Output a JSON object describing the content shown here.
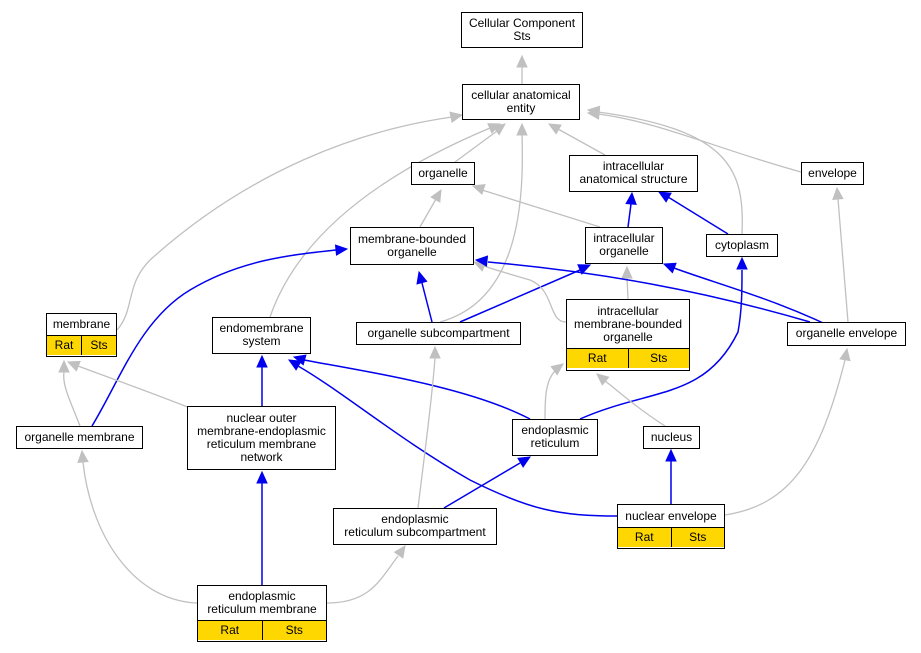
{
  "nodes": {
    "cc": {
      "label": "Cellular Component\nSts"
    },
    "cae": {
      "label": "cellular anatomical\nentity"
    },
    "organelle": {
      "label": "organelle"
    },
    "ias": {
      "label": "intracellular\nanatomical structure"
    },
    "envelope": {
      "label": "envelope"
    },
    "mbo": {
      "label": "membrane-bounded\norganelle"
    },
    "io": {
      "label": "intracellular\norganelle"
    },
    "cytoplasm": {
      "label": "cytoplasm"
    },
    "membrane": {
      "label": "membrane",
      "tags": [
        "Rat",
        "Sts"
      ]
    },
    "endomembrane": {
      "label": "endomembrane\nsystem"
    },
    "osub": {
      "label": "organelle subcompartment"
    },
    "imbo": {
      "label": "intracellular\nmembrane-bounded\norganelle",
      "tags": [
        "Rat",
        "Sts"
      ]
    },
    "oenv": {
      "label": "organelle envelope"
    },
    "omem": {
      "label": "organelle membrane"
    },
    "nomern": {
      "label": "nuclear outer\nmembrane-endoplasmic\nreticulum membrane\nnetwork"
    },
    "er": {
      "label": "endoplasmic\nreticulum"
    },
    "nucleus": {
      "label": "nucleus"
    },
    "ersub": {
      "label": "endoplasmic\nreticulum subcompartment"
    },
    "nenv": {
      "label": "nuclear envelope",
      "tags": [
        "Rat",
        "Sts"
      ]
    },
    "erm": {
      "label": "endoplasmic\nreticulum membrane",
      "tags": [
        "Rat",
        "Sts"
      ]
    }
  },
  "edges": [
    {
      "from": "cae",
      "to": "cc",
      "kind": "is_a"
    },
    {
      "from": "organelle",
      "to": "cae",
      "kind": "is_a"
    },
    {
      "from": "ias",
      "to": "cae",
      "kind": "is_a"
    },
    {
      "from": "envelope",
      "to": "cae",
      "kind": "is_a"
    },
    {
      "from": "cytoplasm",
      "to": "cae",
      "kind": "is_a"
    },
    {
      "from": "membrane",
      "to": "cae",
      "kind": "is_a"
    },
    {
      "from": "endomembrane",
      "to": "cae",
      "kind": "is_a"
    },
    {
      "from": "osub",
      "to": "cae",
      "kind": "is_a"
    },
    {
      "from": "mbo",
      "to": "organelle",
      "kind": "is_a"
    },
    {
      "from": "io",
      "to": "organelle",
      "kind": "is_a"
    },
    {
      "from": "io",
      "to": "ias",
      "kind": "part_of"
    },
    {
      "from": "cytoplasm",
      "to": "ias",
      "kind": "part_of"
    },
    {
      "from": "osub",
      "to": "mbo",
      "kind": "part_of"
    },
    {
      "from": "osub",
      "to": "io",
      "kind": "part_of"
    },
    {
      "from": "imbo",
      "to": "mbo",
      "kind": "is_a"
    },
    {
      "from": "imbo",
      "to": "io",
      "kind": "is_a"
    },
    {
      "from": "oenv",
      "to": "mbo",
      "kind": "part_of"
    },
    {
      "from": "oenv",
      "to": "io",
      "kind": "part_of"
    },
    {
      "from": "oenv",
      "to": "envelope",
      "kind": "is_a"
    },
    {
      "from": "omem",
      "to": "membrane",
      "kind": "is_a"
    },
    {
      "from": "omem",
      "to": "mbo",
      "kind": "part_of"
    },
    {
      "from": "nomern",
      "to": "membrane",
      "kind": "is_a"
    },
    {
      "from": "nomern",
      "to": "endomembrane",
      "kind": "part_of"
    },
    {
      "from": "er",
      "to": "endomembrane",
      "kind": "part_of"
    },
    {
      "from": "er",
      "to": "imbo",
      "kind": "is_a"
    },
    {
      "from": "er",
      "to": "cytoplasm",
      "kind": "part_of"
    },
    {
      "from": "nucleus",
      "to": "imbo",
      "kind": "is_a"
    },
    {
      "from": "nenv",
      "to": "nucleus",
      "kind": "part_of"
    },
    {
      "from": "nenv",
      "to": "endomembrane",
      "kind": "part_of"
    },
    {
      "from": "nenv",
      "to": "oenv",
      "kind": "is_a"
    },
    {
      "from": "ersub",
      "to": "er",
      "kind": "part_of"
    },
    {
      "from": "ersub",
      "to": "osub",
      "kind": "is_a"
    },
    {
      "from": "erm",
      "to": "nomern",
      "kind": "part_of"
    },
    {
      "from": "erm",
      "to": "ersub",
      "kind": "is_a"
    },
    {
      "from": "erm",
      "to": "omem",
      "kind": "is_a"
    }
  ],
  "colors": {
    "is_a": "#c0c0c0",
    "part_of": "#0000ee",
    "tag_fill": "#ffd700"
  }
}
